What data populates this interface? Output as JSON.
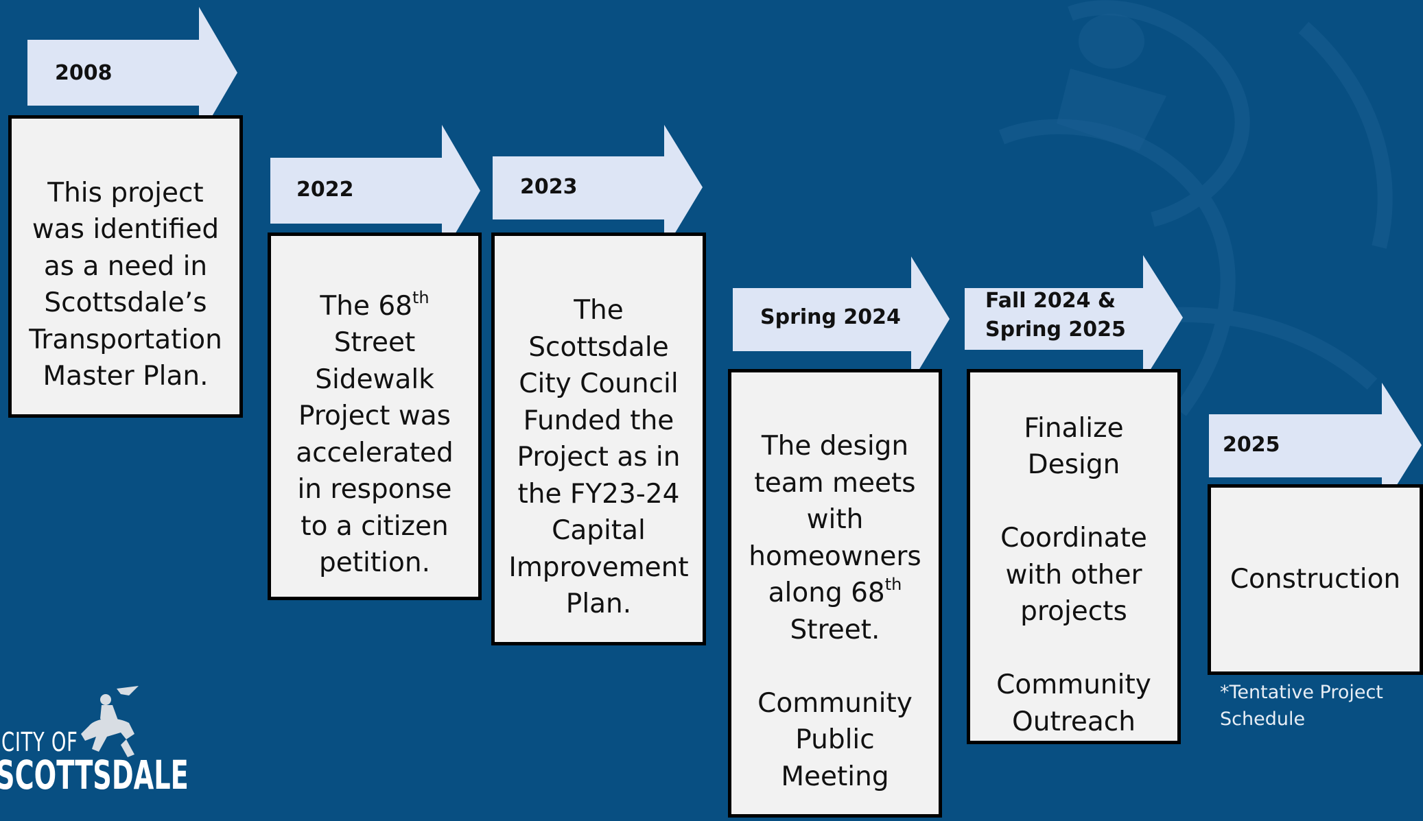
{
  "milestones": [
    {
      "date": "2008",
      "text": "This project was identified as a need in Scottsdale’s Transportation Master Plan."
    },
    {
      "date": "2022",
      "text": "The 68th Street Sidewalk Project was accelerated in response to a citizen petition."
    },
    {
      "date": "2023",
      "text": "The Scottsdale City Council Funded the Project as in the FY23-24 Capital Improvement Plan."
    },
    {
      "date": "Spring 2024",
      "text": "The design team meets with homeowners along 68th Street.  Community Public Meeting"
    },
    {
      "date": "Fall 2024 & Spring 2025",
      "text": "Finalize Design  Coordinate with other projects  Community Outreach"
    },
    {
      "date": "2025",
      "text": "Construction"
    }
  ],
  "box_lines": {
    "m0": [
      "This project",
      "was identified",
      "as a need in",
      "Scottsdale’s",
      "Transportation",
      "Master Plan."
    ],
    "m1": [
      "The 68",
      "th",
      " ",
      "Street",
      "Sidewalk",
      "Project was",
      "accelerated",
      "in response",
      "to a citizen",
      "petition."
    ],
    "m2": [
      "The",
      "Scottsdale",
      "City Council",
      "Funded the",
      "Project as in",
      "the FY23-24",
      "Capital",
      "Improvement",
      "Plan."
    ],
    "m3": [
      "The design",
      "team meets",
      "with",
      "homeowners",
      "along 68",
      "th",
      "Street.",
      "Community",
      "Public",
      "Meeting"
    ],
    "m4": [
      "Finalize",
      "Design",
      "Coordinate",
      "with other",
      "projects",
      "Community",
      "Outreach"
    ],
    "m5": [
      "Construction"
    ]
  },
  "date_lines": {
    "d4": [
      "Fall 2024 &",
      "Spring 2025"
    ]
  },
  "note": "*Tentative Project Schedule",
  "note_lines": [
    "*Tentative Project",
    "Schedule"
  ],
  "logo": {
    "line1": "CITY OF",
    "line2": "SCOTTSDALE",
    "icon": "bronco-rider-icon"
  },
  "colors": {
    "background": "#084f82",
    "arrow_fill": "#dde5f5",
    "box_fill": "#f2f2f2",
    "box_border": "#000000"
  }
}
